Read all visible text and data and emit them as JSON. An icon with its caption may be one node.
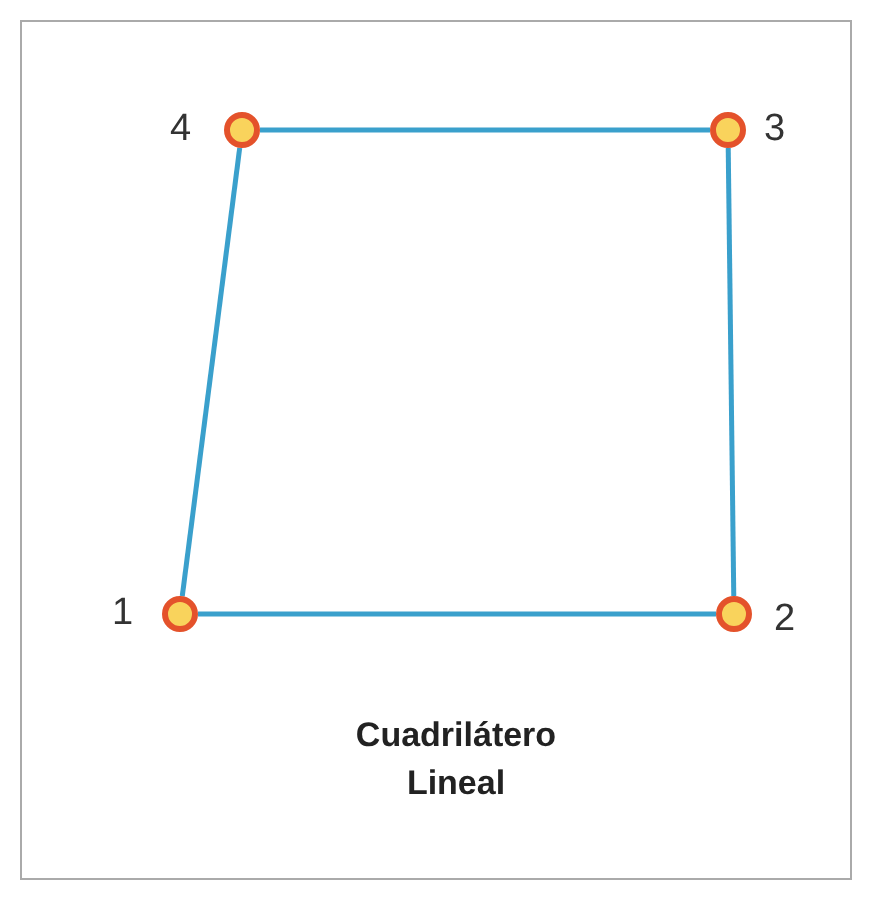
{
  "diagram": {
    "caption": "Cuadrilátero Lineal",
    "nodes": [
      {
        "text": [],
        "shape": "circle",
        "beside": [
          "4"
        ]
      },
      {
        "text": [],
        "shape": "circle",
        "beside": [
          "3"
        ]
      },
      {
        "text": [],
        "shape": "circle",
        "beside": [
          "1"
        ]
      },
      {
        "text": [],
        "shape": "circle",
        "beside": [
          "2"
        ]
      }
    ],
    "edges": [
      {
        "from": 0,
        "to": 1,
        "arrow": "none"
      },
      {
        "from": 1,
        "to": 3,
        "arrow": "none"
      },
      {
        "from": 3,
        "to": 2,
        "arrow": "none"
      },
      {
        "from": 2,
        "to": 0,
        "arrow": "none"
      }
    ]
  }
}
